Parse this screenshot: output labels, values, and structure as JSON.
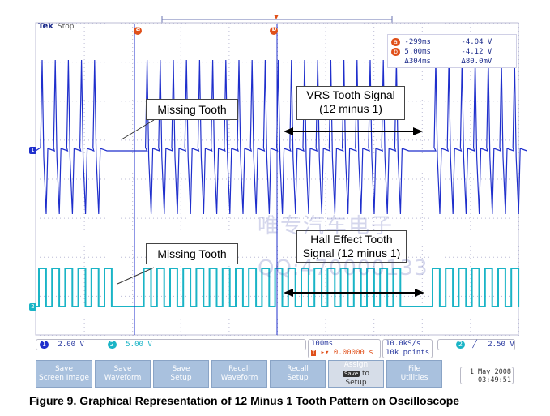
{
  "brand": {
    "name": "Tek",
    "status": "Stop"
  },
  "cursors": {
    "a_marker": "a",
    "b_marker": "b",
    "rows": [
      {
        "marker": "a",
        "time": "-299ms",
        "volt": "-4.04 V"
      },
      {
        "marker": "b",
        "time": "5.00ms",
        "volt": "-4.12 V"
      },
      {
        "marker": "",
        "time": "Δ304ms",
        "volt": "Δ80.0mV"
      }
    ]
  },
  "channels": {
    "ch1": {
      "marker": "1",
      "scale": "2.00 V",
      "color": "#1f2fcc"
    },
    "ch2": {
      "marker": "2",
      "scale": "5.00 V",
      "color": "#1ab4c6"
    }
  },
  "callouts": {
    "missing_top": "Missing Tooth",
    "vrs_line1": "VRS Tooth Signal",
    "vrs_line2": "(12 minus 1)",
    "missing_bottom": "Missing Tooth",
    "hall_line1": "Hall Effect Tooth",
    "hall_line2": "Signal (12 minus 1)"
  },
  "watermark": {
    "line1": "唯专汽车电子",
    "line2": "QQ:470000133"
  },
  "status": {
    "timebase": "100ms",
    "trigger_pos": "0.00000 s",
    "sample_rate": "10.0kS/s",
    "points": "10k points",
    "trig_channel": "2",
    "trig_slope": "╱",
    "trig_level": "2.50 V"
  },
  "buttons": [
    {
      "line1": "Save",
      "line2": "Screen Image"
    },
    {
      "line1": "Save",
      "line2": "Waveform"
    },
    {
      "line1": "Save",
      "line2": "Setup"
    },
    {
      "line1": "Recall",
      "line2": "Waveform"
    },
    {
      "line1": "Recall",
      "line2": "Setup"
    },
    {
      "line1": "Assign",
      "line2_key": "Save",
      "line2": "to",
      "line3": "Setup"
    },
    {
      "line1": "File",
      "line2": "Utilities"
    }
  ],
  "datetime": {
    "date": "1 May 2008",
    "time": "03:49:51"
  },
  "caption": "Figure 9. Graphical Representation of 12 Minus 1 Tooth Pattern on Oscilloscope",
  "colors": {
    "ch1": "#1f2fcc",
    "ch2": "#1ab4c6",
    "cursor": "#e0501a",
    "grid": "#bcbcd6",
    "button": "#a9c1de"
  }
}
